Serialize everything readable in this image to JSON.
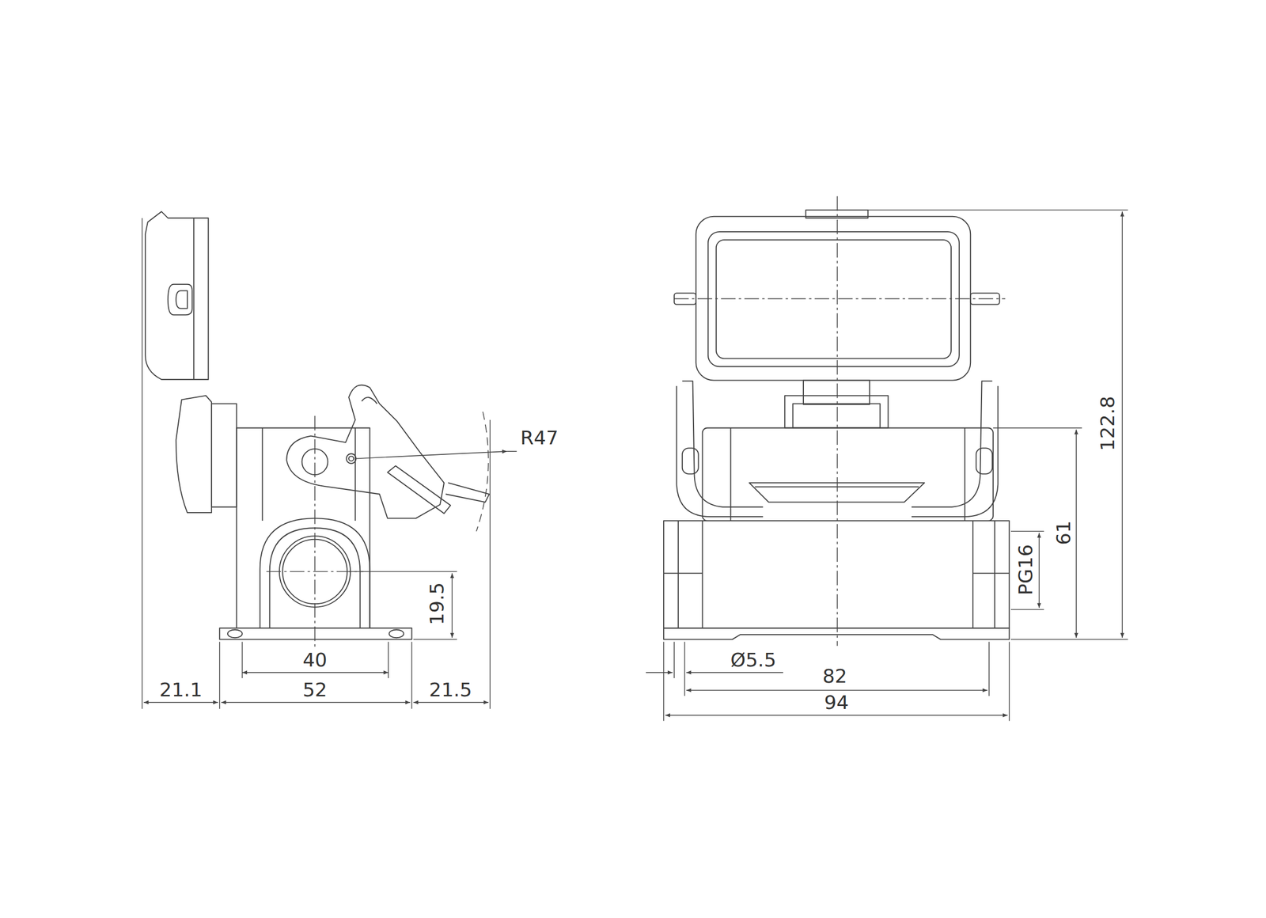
{
  "diagram": {
    "labels": [
      "R47",
      "19.5",
      "40",
      "52",
      "21.1",
      "21.5",
      "Ø5.5",
      "82",
      "94",
      "61",
      "PG16",
      "122.8"
    ]
  }
}
